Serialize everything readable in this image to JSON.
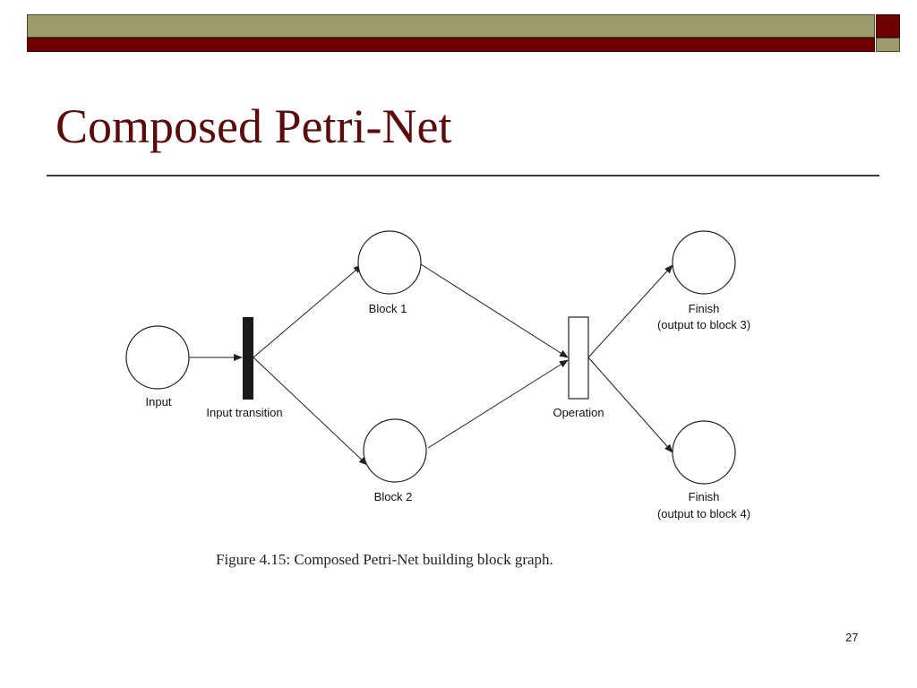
{
  "colors": {
    "olive": "#9c9b6c",
    "maroon": "#6e0000",
    "title": "#5c0b0b",
    "rule": "#3b3b3b",
    "stroke": "#222222",
    "transition_fill": "#1a1a1a"
  },
  "slide": {
    "title": "Composed Petri-Net",
    "page_number": "27"
  },
  "diagram": {
    "places": {
      "input": {
        "label": "Input"
      },
      "block1": {
        "label": "Block 1"
      },
      "block2": {
        "label": "Block 2"
      },
      "finish3": {
        "label": "Finish",
        "sublabel": "(output to block 3)"
      },
      "finish4": {
        "label": "Finish",
        "sublabel": "(output to block 4)"
      }
    },
    "transitions": {
      "input_transition": {
        "label": "Input transition"
      },
      "operation": {
        "label": "Operation"
      }
    },
    "caption": "Figure 4.15: Composed Petri-Net building block graph."
  }
}
